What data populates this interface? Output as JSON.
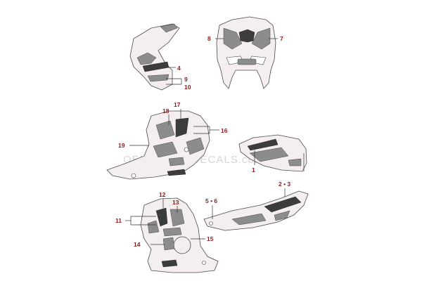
{
  "callouts": {
    "c1": "1",
    "c2_3": "2 • 3",
    "c4": "4",
    "c5_6": "5 • 6",
    "c7": "7",
    "c8": "8",
    "c9": "9",
    "c10": "10",
    "c11": "11",
    "c12": "12",
    "c13": "13",
    "c14": "14",
    "c15": "15",
    "c16": "16",
    "c17": "17",
    "c18": "18",
    "c19": "19"
  },
  "watermark": "OEMMOTORDECALS.com",
  "colors": {
    "callout_text": "#8b1a1a",
    "part_fill": "#f4eeee",
    "outline": "#4a4a4a"
  }
}
